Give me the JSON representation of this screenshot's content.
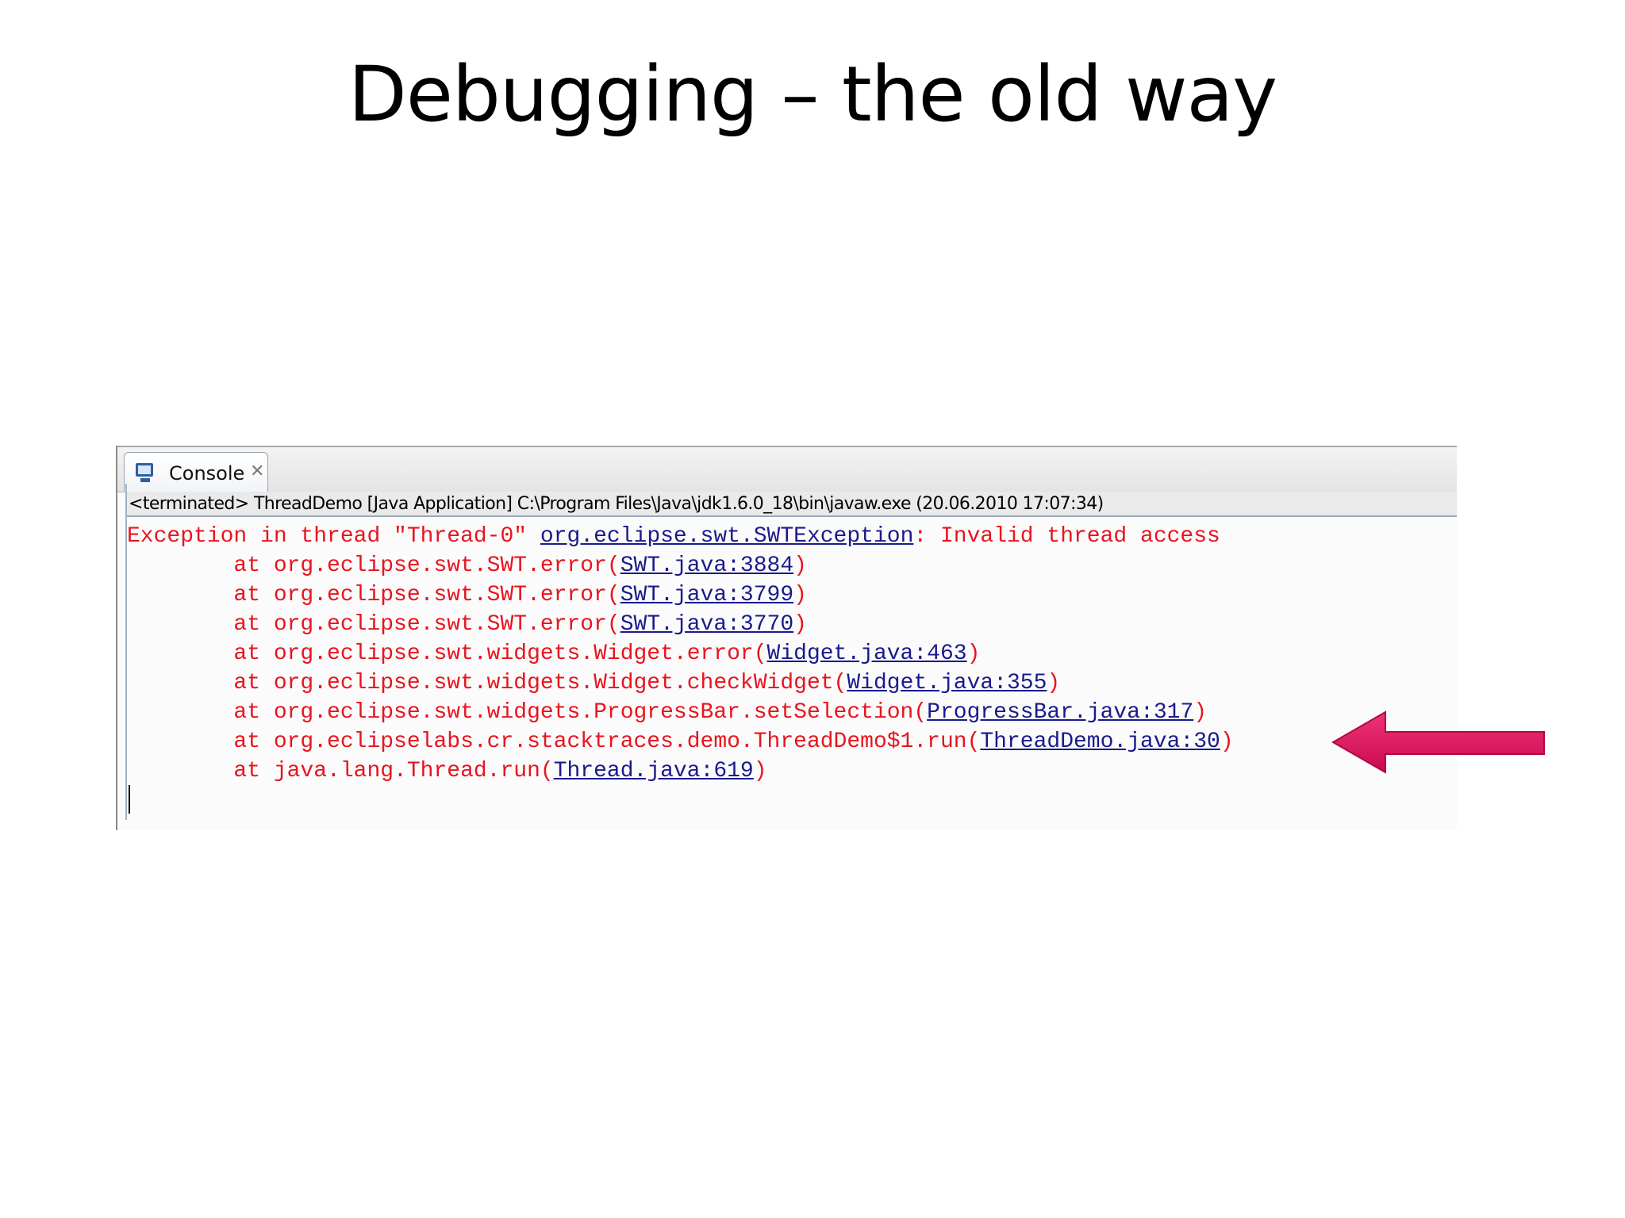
{
  "slide": {
    "title": "Debugging – the old way"
  },
  "console": {
    "tab_label": "Console",
    "close_glyph": "✕",
    "status_line": "<terminated> ThreadDemo [Java Application] C:\\Program Files\\Java\\jdk1.6.0_18\\bin\\javaw.exe (20.06.2010 17:07:34)",
    "exception": {
      "prefix": "Exception in thread \"Thread-0\" ",
      "type_link": "org.eclipse.swt.SWTException",
      "message": ": Invalid thread access"
    },
    "frames": [
      {
        "at": "        at org.eclipse.swt.SWT.error(",
        "link": "SWT.java:3884",
        "close": ")"
      },
      {
        "at": "        at org.eclipse.swt.SWT.error(",
        "link": "SWT.java:3799",
        "close": ")"
      },
      {
        "at": "        at org.eclipse.swt.SWT.error(",
        "link": "SWT.java:3770",
        "close": ")"
      },
      {
        "at": "        at org.eclipse.swt.widgets.Widget.error(",
        "link": "Widget.java:463",
        "close": ")"
      },
      {
        "at": "        at org.eclipse.swt.widgets.Widget.checkWidget(",
        "link": "Widget.java:355",
        "close": ")"
      },
      {
        "at": "        at org.eclipse.swt.widgets.ProgressBar.setSelection(",
        "link": "ProgressBar.java:317",
        "close": ")"
      },
      {
        "at": "        at org.eclipselabs.cr.stacktraces.demo.ThreadDemo$1.run(",
        "link": "ThreadDemo.java:30",
        "close": ")"
      },
      {
        "at": "        at java.lang.Thread.run(",
        "link": "Thread.java:619",
        "close": ")"
      }
    ]
  },
  "colors": {
    "error_text": "#e8141e",
    "link_text": "#1a1a8c",
    "arrow": "#e0125e"
  },
  "icons": {
    "console": "console-icon",
    "close": "close-icon",
    "arrow": "left-arrow-icon"
  }
}
